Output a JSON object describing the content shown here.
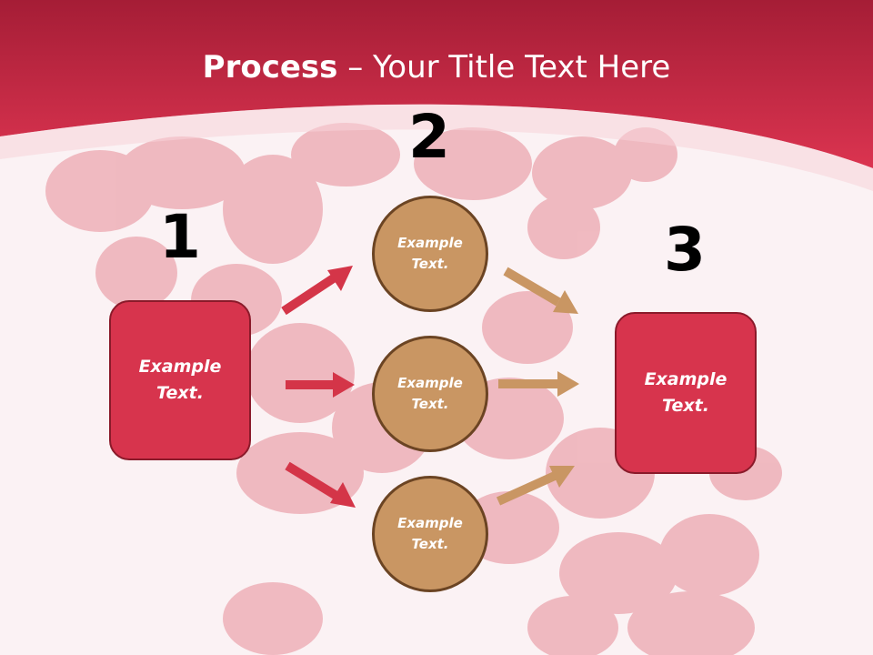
{
  "title": {
    "bold": "Process",
    "separator": " – ",
    "rest": "Your Title Text Here"
  },
  "steps": [
    "1",
    "2",
    "3"
  ],
  "left_box": {
    "line1": "Example",
    "line2": "Text."
  },
  "circles": [
    {
      "line1": "Example",
      "line2": "Text."
    },
    {
      "line1": "Example",
      "line2": "Text."
    },
    {
      "line1": "Example",
      "line2": "Text."
    }
  ],
  "right_box": {
    "line1": "Example",
    "line2": "Text."
  },
  "colors": {
    "header": "#d42a48",
    "box_fill": "#d7344d",
    "circle_fill": "#c99663",
    "arrow_red": "#d43548",
    "arrow_tan": "#c99663"
  }
}
